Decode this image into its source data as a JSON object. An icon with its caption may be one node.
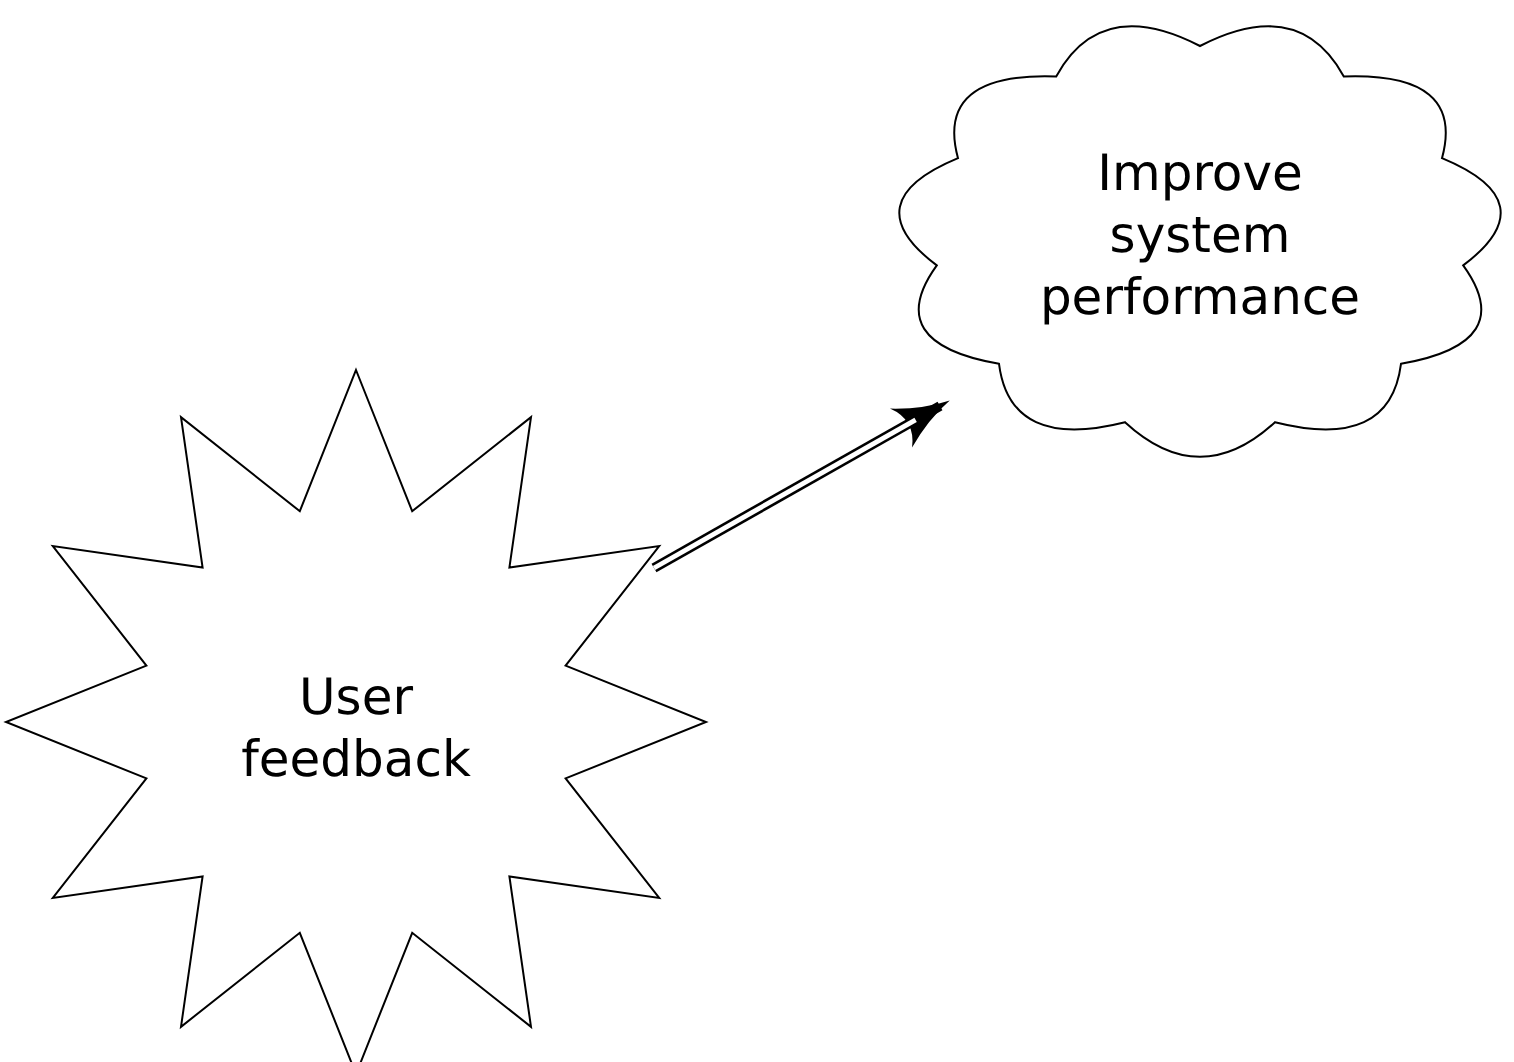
{
  "diagram": {
    "nodes": [
      {
        "text": [
          "User feedback"
        ]
      },
      {
        "text": [
          "Improve system performance"
        ]
      }
    ],
    "edges": [
      {
        "from": 0,
        "to": 1,
        "arrow": "to"
      }
    ]
  }
}
